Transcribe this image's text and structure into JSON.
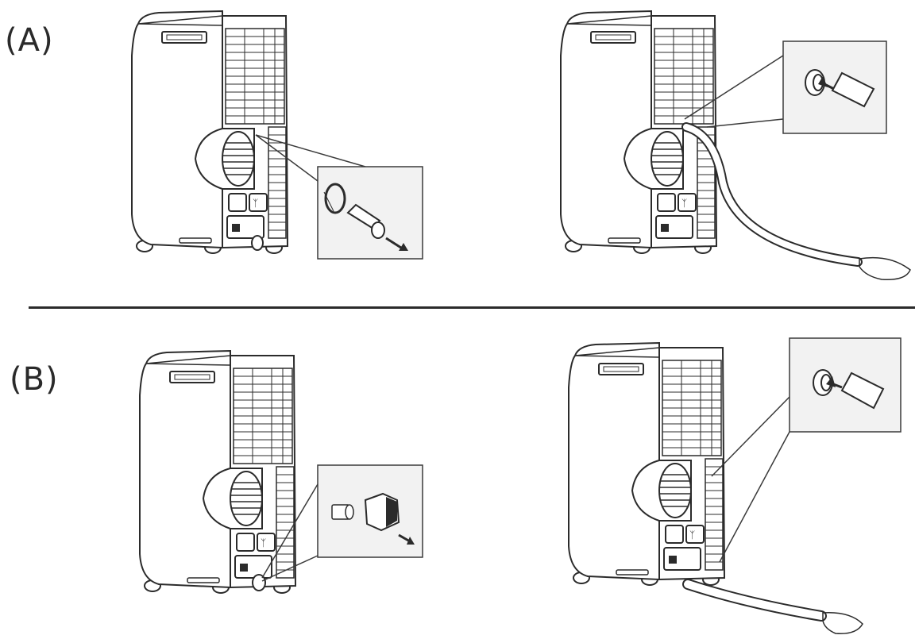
{
  "labels": {
    "a": "(A)",
    "b": "(B)"
  },
  "colors": {
    "ink": "#2b2b2b",
    "line": "#3a3a3a",
    "inset_bg": "#f2f2f2",
    "body": "#ffffff"
  },
  "icons": [
    "air-conditioner-unit",
    "drain-plug",
    "drain-hose",
    "water-puddle",
    "direction-arrow"
  ]
}
